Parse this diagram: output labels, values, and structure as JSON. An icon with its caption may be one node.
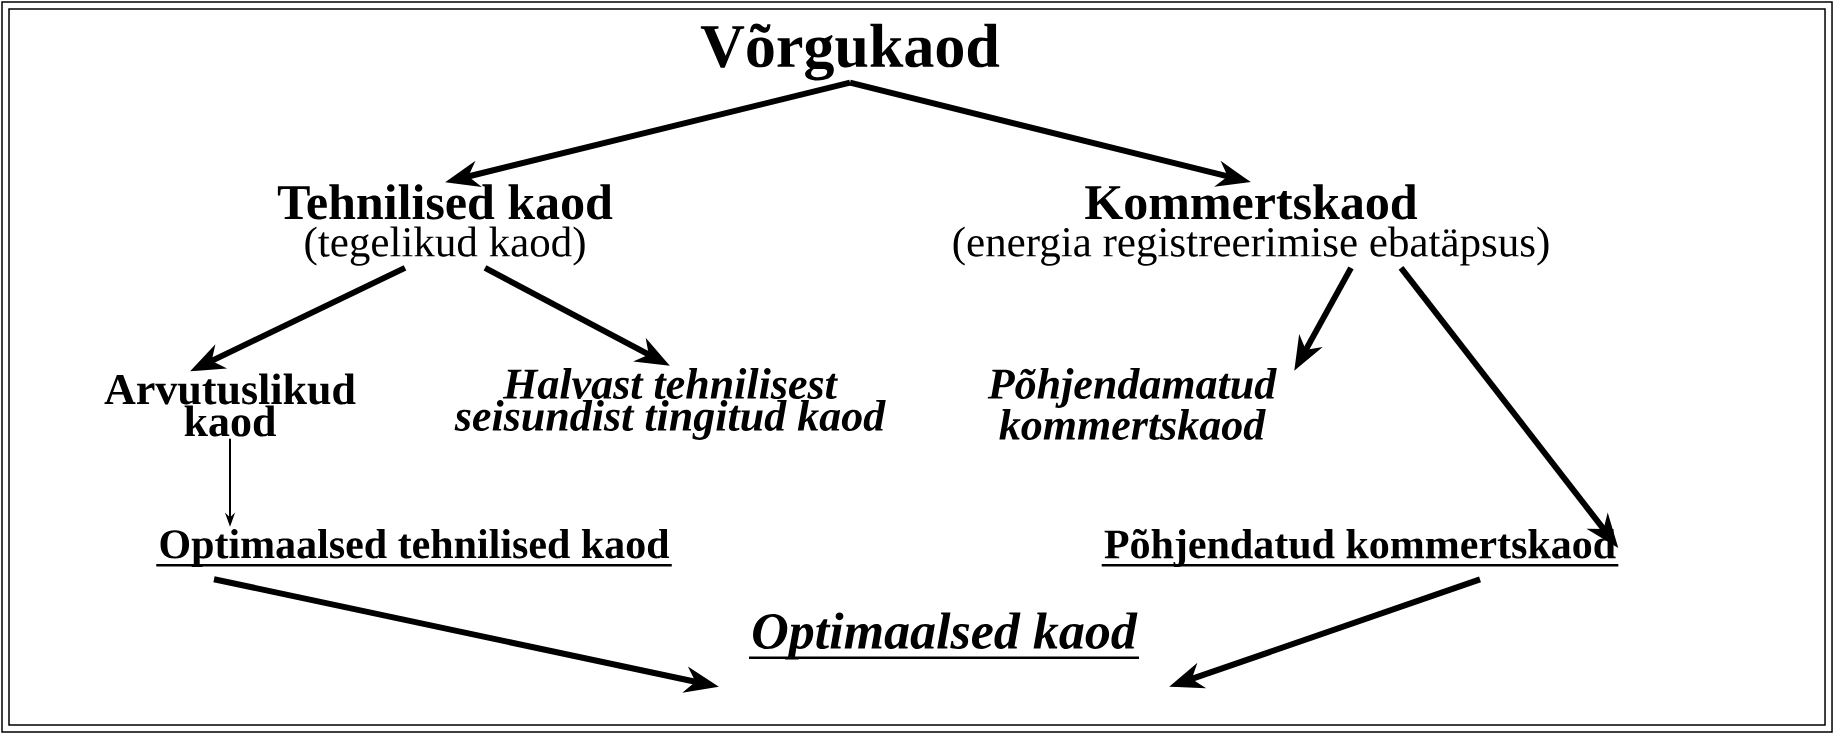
{
  "diagram": {
    "nodes": [
      {
        "text": [
          "Võrgukaod"
        ]
      },
      {
        "text": [
          "Tehnilised kaod",
          "(tegelikud kaod)"
        ]
      },
      {
        "text": [
          "Kommertskaod",
          "(energia registreerimise ebatäpsus)"
        ]
      },
      {
        "text": [
          "Arvutuslikud kaod"
        ]
      },
      {
        "text": [
          "Halvast tehnilisest seisundist tingitud kaod"
        ]
      },
      {
        "text": [
          "Põhjendamatud kommertskaod"
        ]
      },
      {
        "text": [
          "Optimaalsed tehnilised kaod"
        ]
      },
      {
        "text": [
          "Põhjendatud kommertskaod"
        ]
      },
      {
        "text": [
          "Optimaalsed kaod"
        ]
      }
    ],
    "edges": [
      {
        "from": 0,
        "to": 1,
        "arrow": "to"
      },
      {
        "from": 0,
        "to": 2,
        "arrow": "to"
      },
      {
        "from": 1,
        "to": 3,
        "arrow": "to"
      },
      {
        "from": 1,
        "to": 4,
        "arrow": "to"
      },
      {
        "from": 2,
        "to": 5,
        "arrow": "to"
      },
      {
        "from": 2,
        "to": 7,
        "arrow": "to"
      },
      {
        "from": 3,
        "to": 6,
        "arrow": "to"
      },
      {
        "from": 6,
        "to": 8,
        "arrow": "to"
      },
      {
        "from": 7,
        "to": 8,
        "arrow": "to"
      }
    ]
  }
}
